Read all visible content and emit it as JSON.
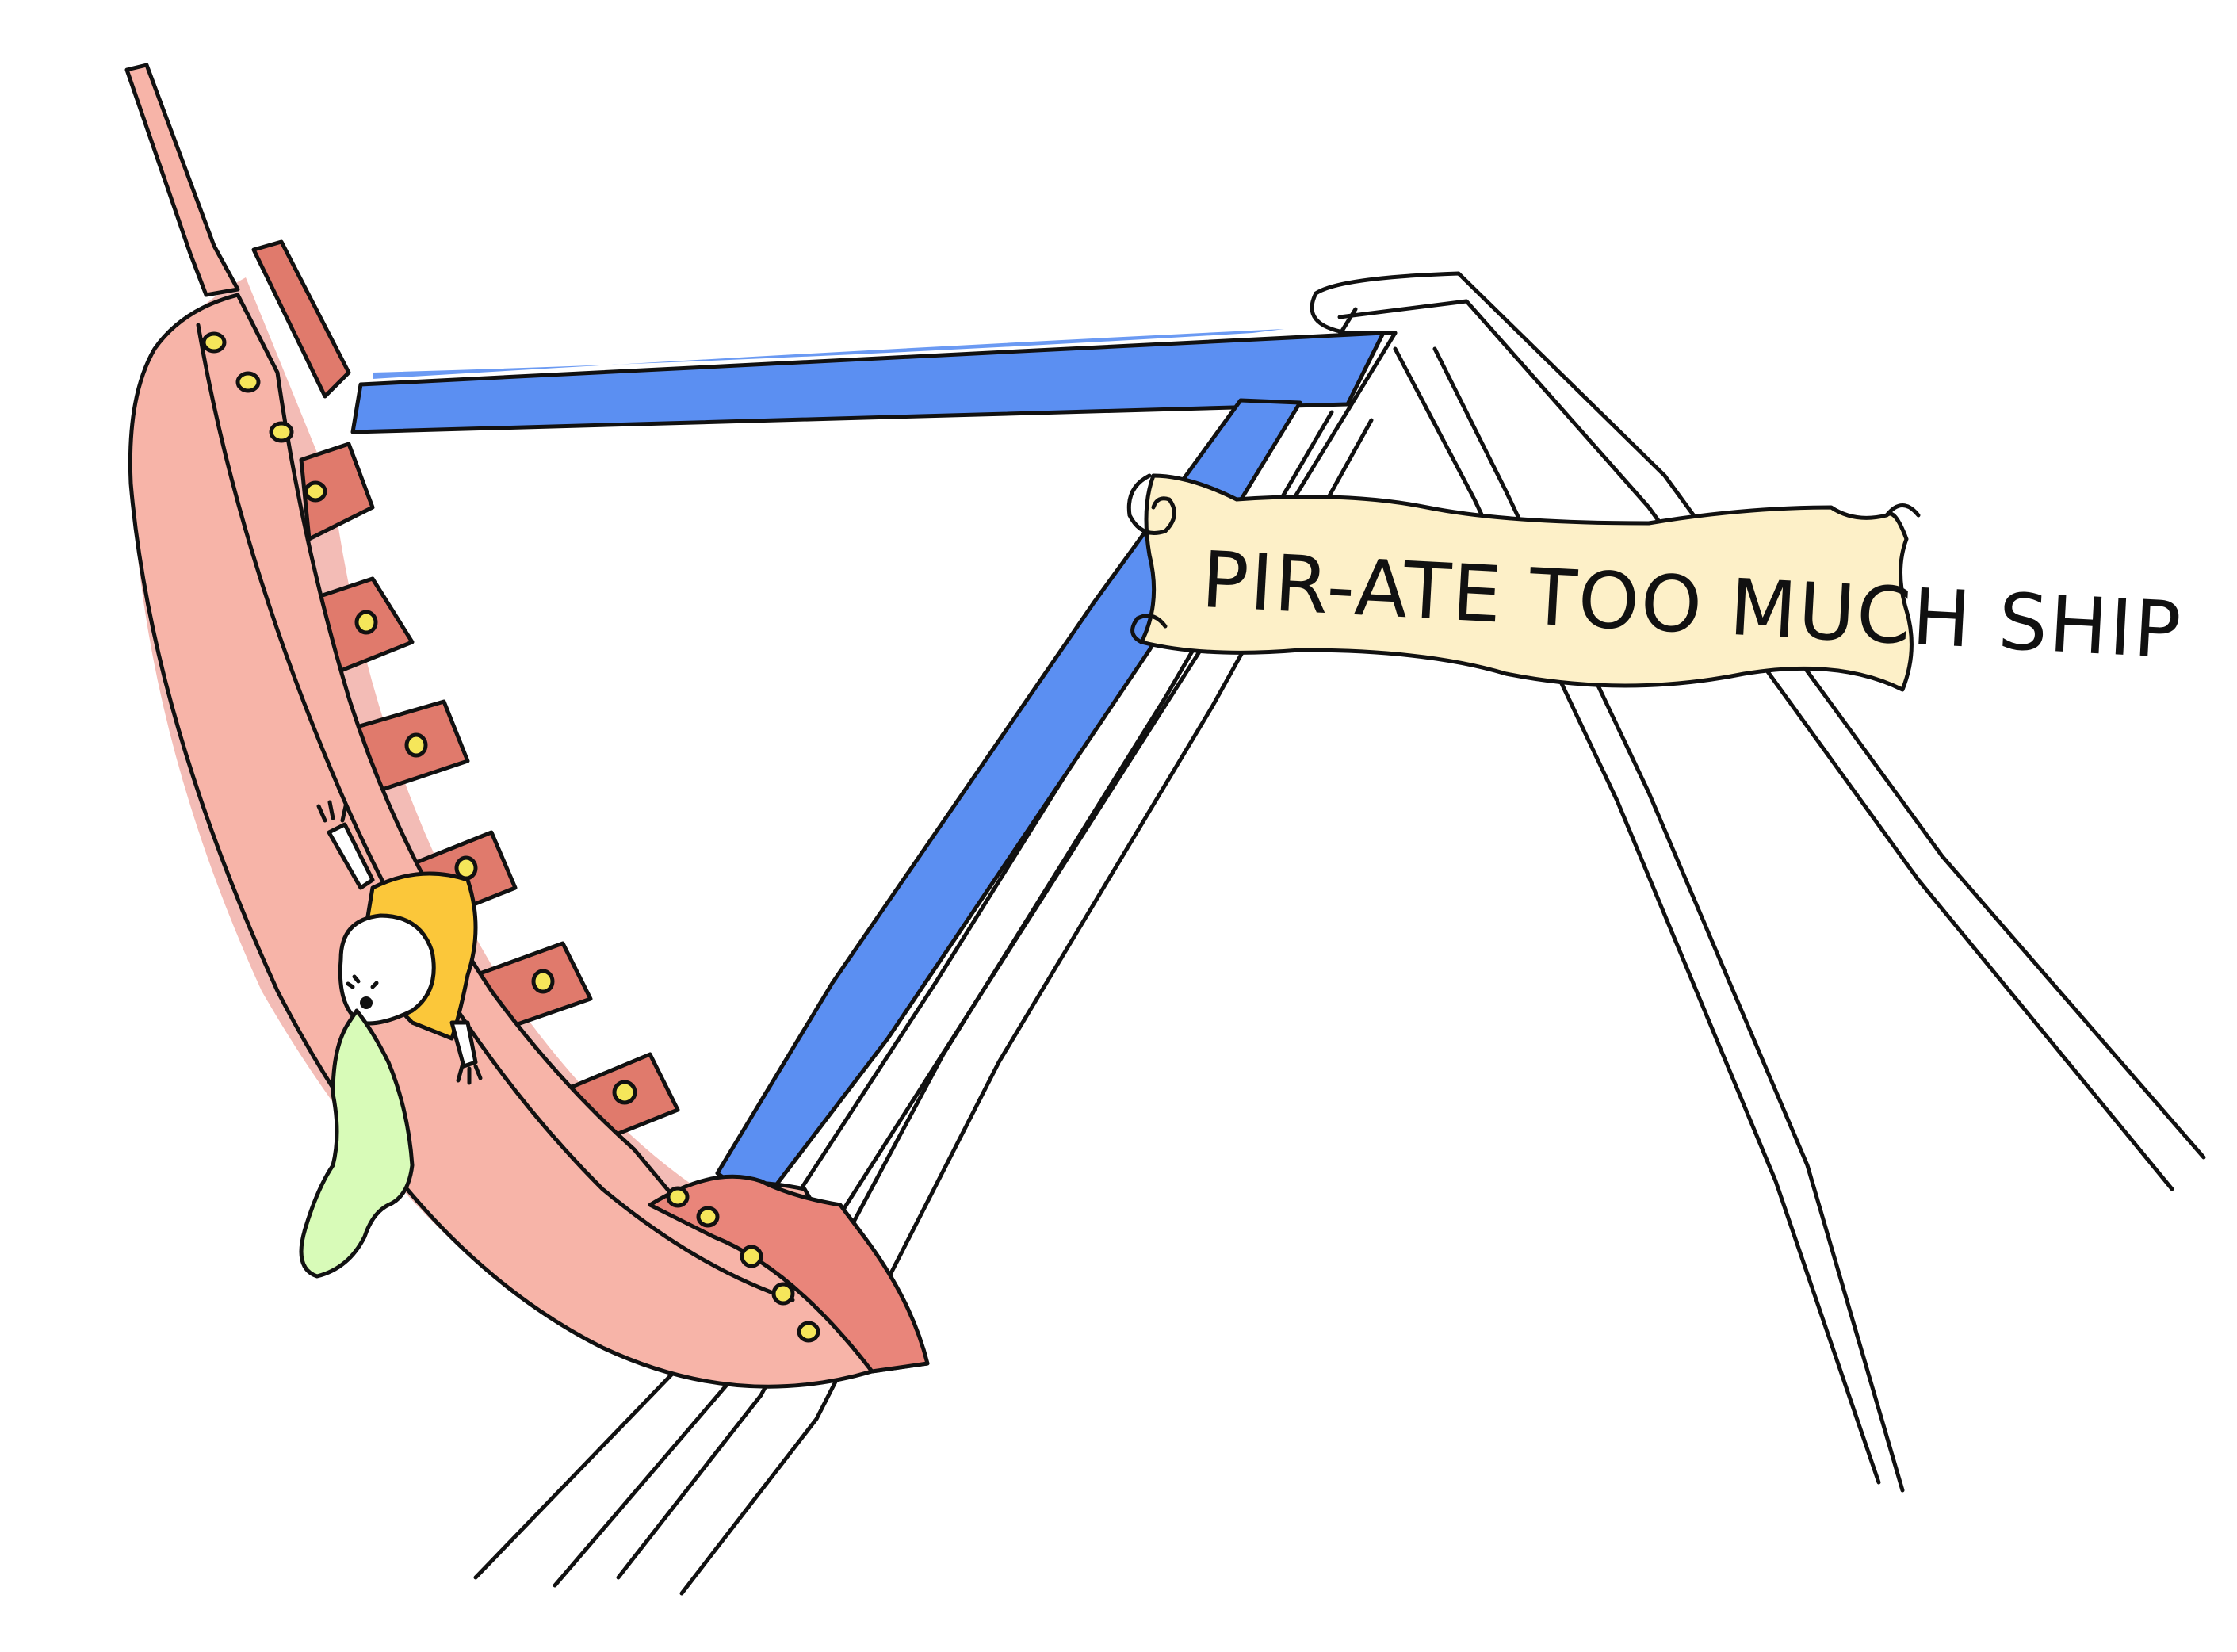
{
  "sign": {
    "text": "PIR-ATE TOO MUCH SHIP"
  },
  "colors": {
    "background": "#ffffff",
    "hull": "#f7b4a8",
    "hull_shadow": "#e9857a",
    "planks": "#e07a6c",
    "portholes": "#f5e65a",
    "arm_blue": "#5b8ff2",
    "shirt": "#fbc73a",
    "vomit": "#d8fbb8",
    "scroll": "#fdf0c8",
    "ink": "#111111"
  },
  "icons": {
    "ship": "pirate-ship-ride",
    "person": "sick-rider",
    "vomit": "vomit-splash",
    "banner": "scroll-banner"
  }
}
